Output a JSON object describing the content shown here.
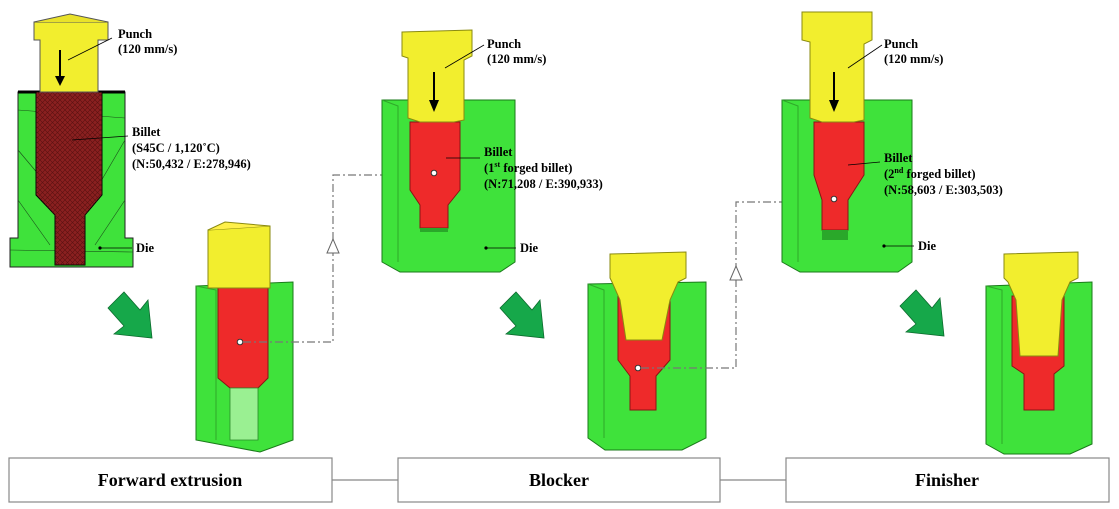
{
  "colors": {
    "punch": "#f2ee2e",
    "billet": "#ee2a2a",
    "die": "#3fe23b",
    "arrow": "#16a84a",
    "mesh": "#5a1010"
  },
  "stages": [
    {
      "label": "Forward extrusion"
    },
    {
      "label": "Blocker"
    },
    {
      "label": "Finisher"
    }
  ],
  "callouts": {
    "s1": {
      "punch": [
        "Punch",
        "(120 mm/s)"
      ],
      "billet": [
        "Billet",
        "(S45C / 1,120˚C)",
        "(N:50,432 / E:278,946)"
      ],
      "die": "Die"
    },
    "s2": {
      "punch": [
        "Punch",
        "(120 mm/s)"
      ],
      "billet_title": "Billet",
      "billet_sub_pre": "(1",
      "billet_sup": "st",
      "billet_sub_post": " forged billet)",
      "billet_mesh": "(N:71,208 / E:390,933)",
      "die": "Die"
    },
    "s3": {
      "punch": [
        "Punch",
        "(120 mm/s)"
      ],
      "billet_title": "Billet",
      "billet_sub_pre": "(2",
      "billet_sup": "nd",
      "billet_sub_post": " forged billet)",
      "billet_mesh": "(N:58,603 / E:303,503)",
      "die": "Die"
    }
  }
}
